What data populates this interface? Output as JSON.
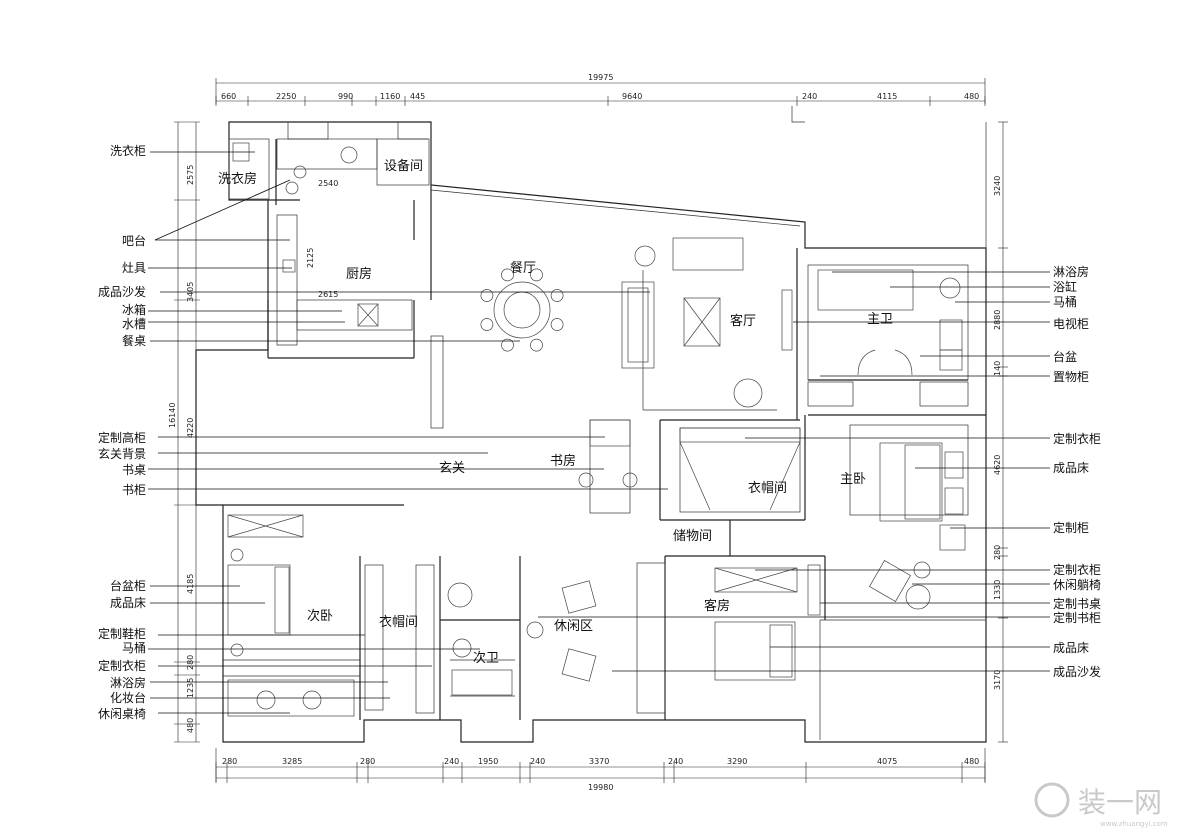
{
  "top_dimensions": {
    "total": "19975",
    "segments": [
      "660",
      "2250",
      "990",
      "1160",
      "445",
      "9640",
      "240",
      "4115",
      "480"
    ]
  },
  "bottom_dimensions": {
    "total": "19980",
    "segments": [
      "280",
      "3285",
      "280",
      "240",
      "1950",
      "240",
      "3370",
      "240",
      "3290",
      "4075",
      "480"
    ]
  },
  "left_dimensions": {
    "total": "16140",
    "segments": [
      "2575",
      "3405",
      "4220",
      "4185",
      "280",
      "1235",
      "480"
    ]
  },
  "right_dimensions": {
    "segments": [
      "3240",
      "2880",
      "140",
      "4620",
      "280",
      "1330",
      "3170"
    ]
  },
  "inner_dimensions": [
    "2540",
    "2125",
    "2615"
  ],
  "rooms": {
    "laundry": "洗衣房",
    "equipment": "设备间",
    "kitchen": "厨房",
    "dining": "餐厅",
    "living": "客厅",
    "master_bath": "主卫",
    "foyer": "玄关",
    "study": "书房",
    "cloak1": "衣帽间",
    "master_bed": "主卧",
    "storage": "储物间",
    "second_bed": "次卧",
    "cloak2": "衣帽间",
    "second_bath": "次卫",
    "leisure": "休闲区",
    "guest": "客房"
  },
  "left_labels": [
    "洗衣柜",
    "吧台",
    "灶具",
    "成品沙发",
    "冰箱",
    "水槽",
    "餐桌",
    "定制高柜",
    "玄关背景",
    "书桌",
    "书柜",
    "台盆柜",
    "成品床",
    "定制鞋柜",
    "马桶",
    "定制衣柜",
    "淋浴房",
    "化妆台",
    "休闲桌椅"
  ],
  "right_labels": [
    "淋浴房",
    "浴缸",
    "马桶",
    "电视柜",
    "台盆",
    "置物柜",
    "定制衣柜",
    "成品床",
    "定制柜",
    "定制衣柜",
    "休闲躺椅",
    "定制书桌",
    "定制书柜",
    "成品床",
    "成品沙发"
  ],
  "watermark": {
    "text": "装一网",
    "sub": "www.zhuangyi.com"
  }
}
